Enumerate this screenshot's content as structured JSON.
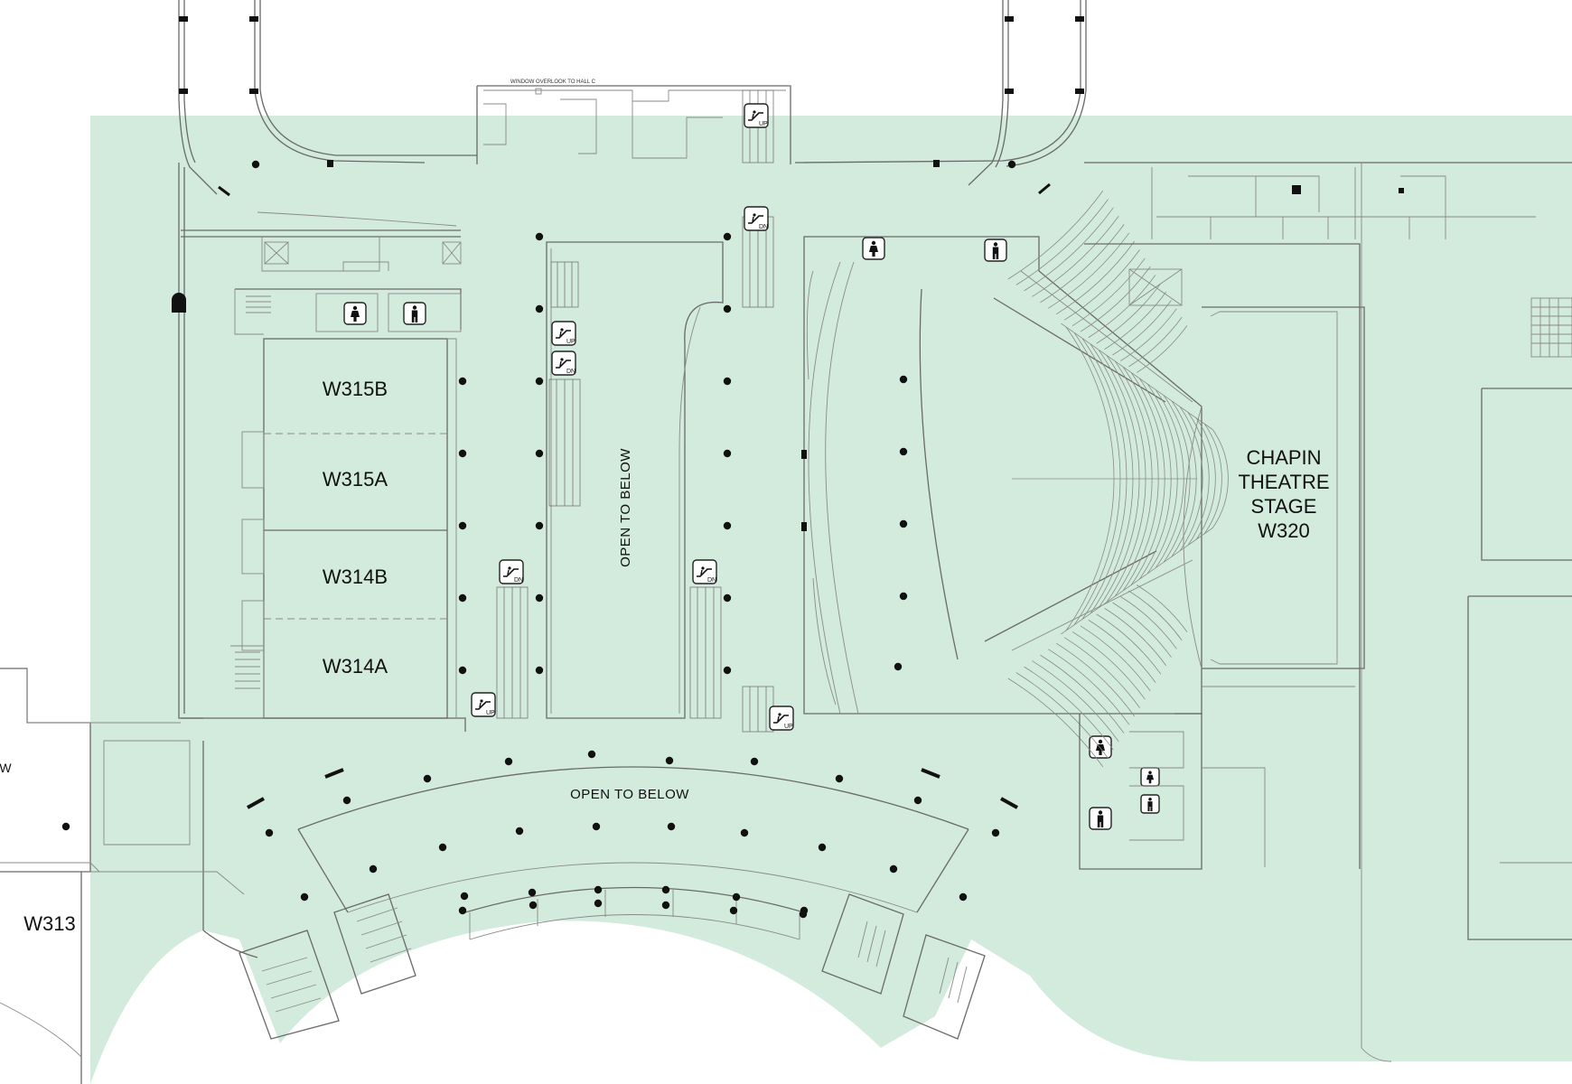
{
  "colors": {
    "floor": "#d3ebdc",
    "wall": "#6a6a6a",
    "column": "#111111",
    "background": "#ffffff"
  },
  "rooms": {
    "w315b": "W315B",
    "w315a": "W315A",
    "w314b": "W314B",
    "w314a": "W314A",
    "w313": "W313",
    "edge_fragment": "W"
  },
  "theatre": {
    "line1": "CHAPIN",
    "line2": "THEATRE",
    "line3": "STAGE",
    "line4": "W320"
  },
  "labels": {
    "open_to_below_atrium": "OPEN TO BELOW",
    "open_to_below_arc": "OPEN TO BELOW",
    "window_overlook": "WINDOW OVERLOOK TO HALL C"
  },
  "escalators": {
    "up": "UP",
    "dn": "DN"
  },
  "icons": {
    "restroom_women": "restroom-women-icon",
    "restroom_men": "restroom-men-icon",
    "escalator": "escalator-icon"
  }
}
